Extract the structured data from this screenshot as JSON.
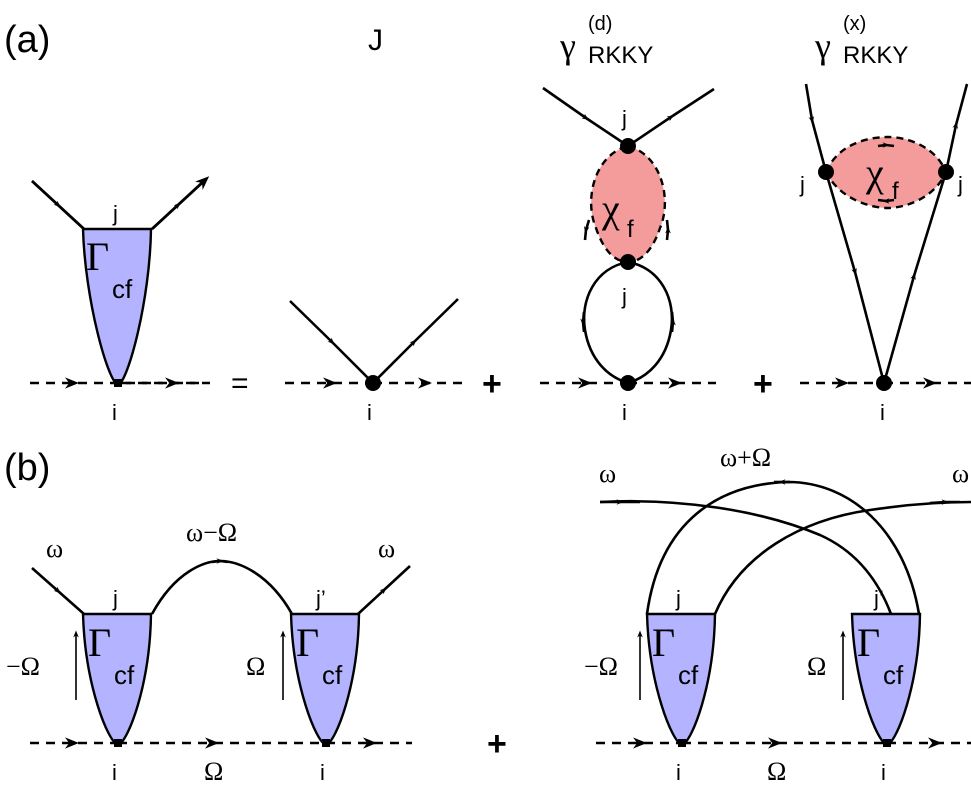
{
  "panel_a": {
    "label": "(a)",
    "header_J": "J",
    "header_gamma_d": {
      "symbol": "γ",
      "sub": "RKKY",
      "sup": "(d)"
    },
    "header_gamma_x": {
      "symbol": "γ",
      "sub": "RKKY",
      "sup": "(x)"
    },
    "vertex_symbol": "Γ",
    "vertex_sub": "cf",
    "chi_symbol": "χ",
    "chi_sub": "f",
    "site_i": "i",
    "site_j": "j",
    "equals": "=",
    "plus": "+"
  },
  "panel_b": {
    "label": "(b)",
    "omega": "ω",
    "omega_minus_Omega": "ω−Ω",
    "omega_plus_Omega": "ω+Ω",
    "Omega": "Ω",
    "minus_Omega": "−Ω",
    "site_i": "i",
    "site_j": "j",
    "site_jp": "j’",
    "vertex_symbol": "Γ",
    "vertex_sub": "cf",
    "plus": "+"
  },
  "colors": {
    "vertex_fill": "#b3b3ff",
    "bubble_fill": "#f49c9c",
    "line": "#000000"
  }
}
